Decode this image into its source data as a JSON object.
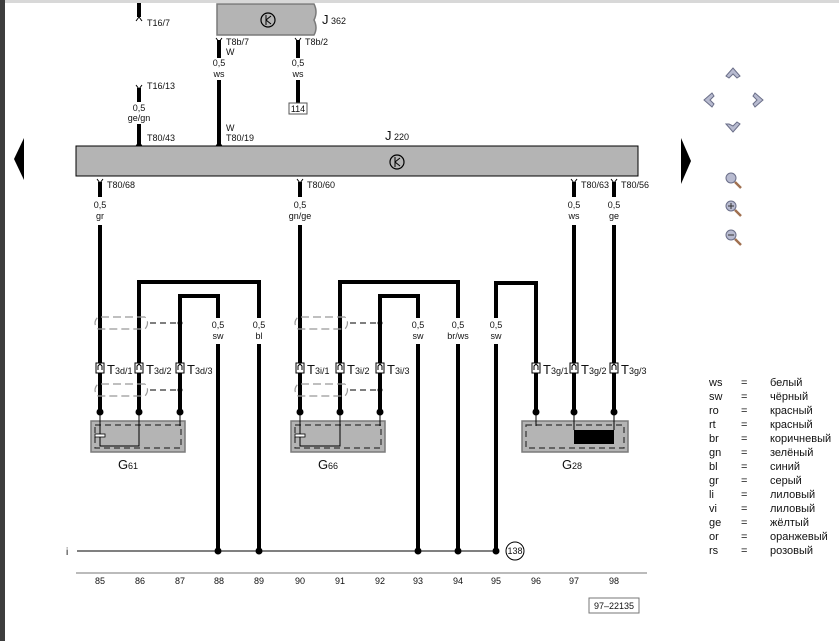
{
  "viewer": {
    "nav": {
      "up": "pan-up",
      "down": "pan-down",
      "left": "pan-left",
      "right": "pan-right"
    },
    "zoom": [
      "zoom",
      "zoom-in",
      "zoom-out"
    ],
    "prev_page": "previous-page",
    "next_page": "next-page"
  },
  "components": {
    "J362": {
      "letter": "J",
      "sub": "362"
    },
    "J220": {
      "letter": "J",
      "sub": "220"
    },
    "G61": {
      "letter": "G",
      "sub": "61"
    },
    "G66": {
      "letter": "G",
      "sub": "66"
    },
    "G28": {
      "letter": "G",
      "sub": "28"
    }
  },
  "pins": {
    "t16_7": "T16/7",
    "t8b_7": "T8b/7",
    "t8b_2": "T8b/2",
    "t16_13": "T16/13",
    "t80_43": "T80/43",
    "t80_19": "T80/19",
    "t80_68": "T80/68",
    "t80_60": "T80/60",
    "t80_63": "T80/63",
    "t80_56": "T80/56",
    "w1": "W",
    "w2": "W"
  },
  "wires": {
    "a": {
      "size": "0,5",
      "color": "ws"
    },
    "b": {
      "size": "0,5",
      "color": "ws"
    },
    "c": {
      "size": "0,5",
      "color": "ge/gn"
    },
    "d": {
      "size": "0,5",
      "color": "gr"
    },
    "e": {
      "size": "0,5",
      "color": "gn/ge"
    },
    "f": {
      "size": "0,5",
      "color": "ws"
    },
    "g": {
      "size": "0,5",
      "color": "ge"
    },
    "h": {
      "size": "0,5",
      "color": "sw"
    },
    "i": {
      "size": "0,5",
      "color": "bl"
    },
    "j": {
      "size": "0,5",
      "color": "sw"
    },
    "k": {
      "size": "0,5",
      "color": "br/ws"
    },
    "l": {
      "size": "0,5",
      "color": "sw"
    }
  },
  "connectors": {
    "T3d": {
      "letter": "T",
      "sub": [
        "3d/1",
        "3d/2",
        "3d/3"
      ]
    },
    "T3i": {
      "letter": "T",
      "sub": [
        "3i/1",
        "3i/2",
        "3i/3"
      ]
    },
    "T3g": {
      "letter": "T",
      "sub": [
        "3g/1",
        "3g/2",
        "3g/3"
      ]
    }
  },
  "ref_box": "114",
  "ground_label": "i",
  "ground_ref": "138",
  "track_numbers": [
    "85",
    "86",
    "87",
    "88",
    "89",
    "90",
    "91",
    "92",
    "93",
    "94",
    "95",
    "96",
    "97",
    "98"
  ],
  "drawing_id": "97–22135",
  "legend": [
    {
      "code": "ws",
      "eq": "=",
      "name": "белый"
    },
    {
      "code": "sw",
      "eq": "=",
      "name": "чёрный"
    },
    {
      "code": "ro",
      "eq": "=",
      "name": "красный"
    },
    {
      "code": "rt",
      "eq": "=",
      "name": "красный"
    },
    {
      "code": "br",
      "eq": "=",
      "name": "коричневый"
    },
    {
      "code": "gn",
      "eq": "=",
      "name": "зелёный"
    },
    {
      "code": "bl",
      "eq": "=",
      "name": "синий"
    },
    {
      "code": "gr",
      "eq": "=",
      "name": "серый"
    },
    {
      "code": "li",
      "eq": "=",
      "name": "лиловый"
    },
    {
      "code": "vi",
      "eq": "=",
      "name": "лиловый"
    },
    {
      "code": "ge",
      "eq": "=",
      "name": "жёлтый"
    },
    {
      "code": "or",
      "eq": "=",
      "name": "оранжевый"
    },
    {
      "code": "rs",
      "eq": "=",
      "name": "розовый"
    }
  ]
}
